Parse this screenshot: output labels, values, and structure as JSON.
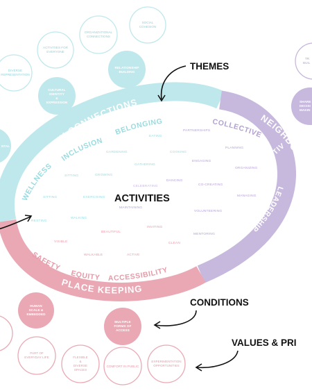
{
  "colors": {
    "teal": "#bfe8ec",
    "teal_text": "#8fd3d8",
    "teal_light": "#9adbe0",
    "lavender": "#c7b8dd",
    "lavender_text": "#b3a1d3",
    "pink": "#eaa8b4",
    "pink_text": "#e79aa8",
    "dark": "#111111"
  },
  "callouts": {
    "themes": "THEMES",
    "conditions": "CONDITIONS",
    "values": "VALUES & PRI",
    "activities": "ACTIVITIES"
  },
  "ring": {
    "community_connections": "COMMUNITY CONNECTIONS",
    "neighbors": "NEIGHBORS",
    "place_keeping": "PLACE KEEPING"
  },
  "themes": {
    "belonging": "BELONGING",
    "inclusion": "INCLUSION",
    "wellness": "WELLNESS",
    "collective": "COLLECTIVE",
    "adaptive": "ADAPTIVE",
    "leadership": "LEADERSHIP",
    "safety": "SAFETY",
    "equity": "EQUITY",
    "accessibility": "ACCESSIBILITY"
  },
  "activities_words": {
    "eating": "EATING",
    "partnerships": "PARTNERSHIPS",
    "planning": "PLANNING",
    "gardening": "GARDENING",
    "cooking": "COOKING",
    "engaging": "ENGAGING",
    "organizing": "ORGANIZING",
    "gathering": "GATHERING",
    "sitting": "SITTING",
    "growing": "GROWING",
    "dancing": "DANCING",
    "cocreating": "CO-CREATING",
    "managing": "MANAGING",
    "celebrating": "CELEBRATING",
    "exercising": "EXERCISING",
    "maintaining": "MAINTAINING",
    "volunteering": "VOLUNTEERING",
    "resting": "RESTING",
    "walking": "WALKING",
    "beautiful": "BEAUTIFUL",
    "inviting": "INVITING",
    "mentoring": "MENTORING",
    "visible": "VISIBLE",
    "clean": "CLEAN",
    "walkable": "WALKABLE",
    "active": "ACTIVE"
  },
  "circles": {
    "social_cohesion": [
      "SOCIAL",
      "COHESION"
    ],
    "organizational_connections": [
      "ORGANIZATIONAL",
      "CONNECTIONS"
    ],
    "activities_for_everyone": [
      "ACTIVITIES FOR",
      "EVERYONE"
    ],
    "diverse_representation": [
      "DIVERSE",
      "REPRESENTATION"
    ],
    "relationship_building": [
      "RELATIONSHIP",
      "BUILDING"
    ],
    "cultural_identity": [
      "CULTURAL",
      "IDENTITY",
      "&",
      "EXPRESSION"
    ],
    "mental": [
      "NTAL"
    ],
    "trust_building": [
      "TR",
      "BUIL"
    ],
    "shared_decision_making": [
      "SHARE",
      "DECISI",
      "MAKIN"
    ],
    "human_scale": [
      "HUMAN",
      "SCALE &",
      "EMBEDDED"
    ],
    "multiple_forms_of_access": [
      "MULTIPLE",
      "FORMS OF",
      "ACCESS"
    ],
    "part_of_everyday_life": [
      "PART OF",
      "EVERYDAY LIFE"
    ],
    "flexible_diverse_spaces": [
      "FLEXIBLE",
      "&",
      "DIVERSE",
      "SPACES"
    ],
    "comfort_in_public": [
      "COMFORT IN PUBLIC"
    ],
    "experimentation_opportunities": [
      "EXPERIMENTATION",
      "OPPORTUNITIES"
    ]
  }
}
